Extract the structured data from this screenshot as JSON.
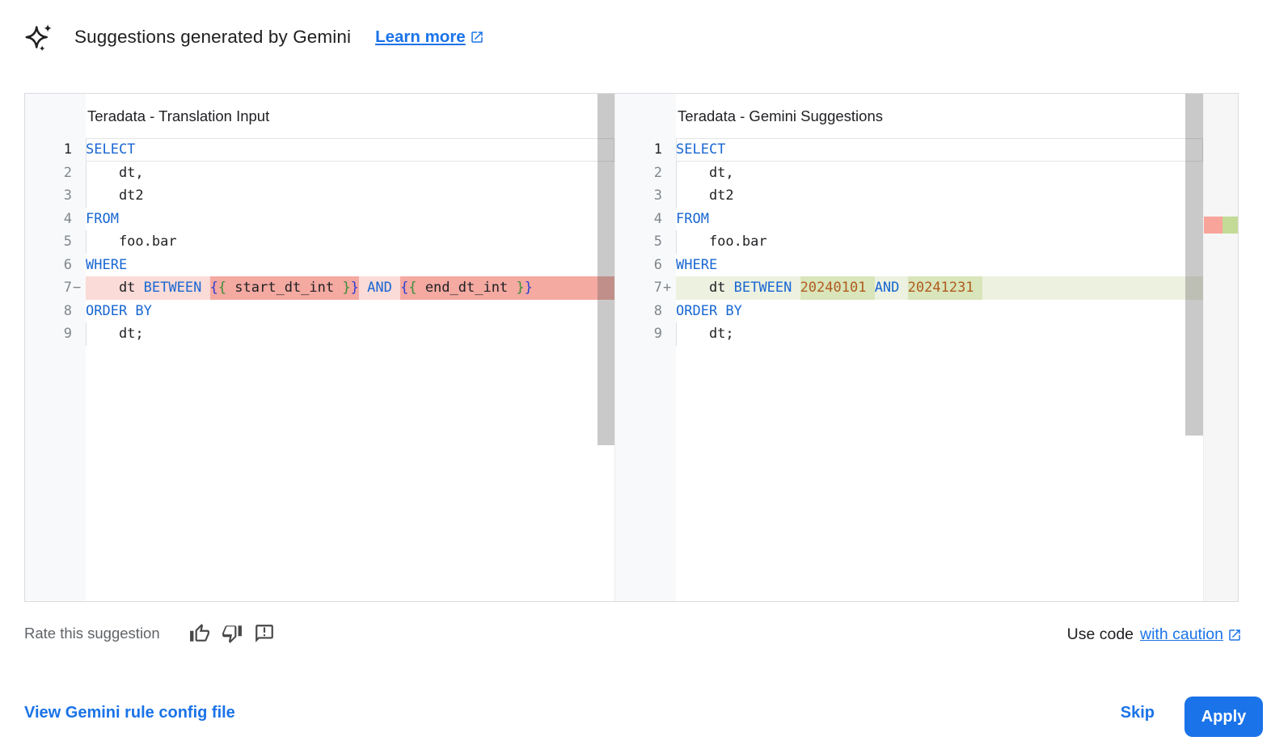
{
  "header": {
    "title": "Suggestions generated by Gemini",
    "learn_more": "Learn more"
  },
  "colors": {
    "accent": "#1a73e8",
    "keyword": "#1967d2",
    "number": "#b05b1f",
    "braceOuter": "#2b3ed2",
    "braceInner": "#3a8e3a",
    "removedRow": "#fadbd7",
    "removedStrong": "#f4a9a1",
    "addedRow": "#edf1e0",
    "addedStrong": "#d9e5ba"
  },
  "panels": [
    {
      "title": "Teradata - Translation Input",
      "lines": [
        {
          "num": "1",
          "marker": "",
          "cls": "current",
          "tokens": [
            {
              "t": "SELECT",
              "c": "kw"
            }
          ]
        },
        {
          "num": "2",
          "marker": "",
          "indent": true,
          "tokens": [
            {
              "t": "    dt,",
              "c": "pl"
            }
          ]
        },
        {
          "num": "3",
          "marker": "",
          "indent": true,
          "tokens": [
            {
              "t": "    dt2",
              "c": "pl"
            }
          ]
        },
        {
          "num": "4",
          "marker": "",
          "tokens": [
            {
              "t": "FROM",
              "c": "kw"
            }
          ]
        },
        {
          "num": "5",
          "marker": "",
          "indent": true,
          "tokens": [
            {
              "t": "    foo.bar",
              "c": "pl"
            }
          ]
        },
        {
          "num": "6",
          "marker": "",
          "tokens": [
            {
              "t": "WHERE",
              "c": "kw"
            }
          ]
        },
        {
          "num": "7",
          "marker": "−",
          "cls": "removed",
          "trail": true,
          "tokens": [
            {
              "t": "    dt ",
              "c": "pl"
            },
            {
              "t": "BETWEEN",
              "c": "kw"
            },
            {
              "t": " ",
              "c": "pl"
            },
            {
              "t": "{",
              "c": "b1",
              "bg": 1
            },
            {
              "t": "{",
              "c": "b2",
              "bg": 1
            },
            {
              "t": " start_dt_int ",
              "c": "pl",
              "bg": 1
            },
            {
              "t": "}",
              "c": "b2",
              "bg": 1
            },
            {
              "t": "}",
              "c": "b1",
              "bg": 1
            },
            {
              "t": " ",
              "c": "pl"
            },
            {
              "t": "AND",
              "c": "kw"
            },
            {
              "t": " ",
              "c": "pl"
            },
            {
              "t": "{",
              "c": "b1",
              "bg": 1
            },
            {
              "t": "{",
              "c": "b2",
              "bg": 1
            },
            {
              "t": " end_dt_int ",
              "c": "pl",
              "bg": 1
            },
            {
              "t": "}",
              "c": "b2",
              "bg": 1
            },
            {
              "t": "}",
              "c": "b1",
              "bg": 1
            }
          ]
        },
        {
          "num": "8",
          "marker": "",
          "tokens": [
            {
              "t": "ORDER BY",
              "c": "kw"
            }
          ]
        },
        {
          "num": "9",
          "marker": "",
          "indent": true,
          "tokens": [
            {
              "t": "    dt;",
              "c": "pl"
            }
          ]
        }
      ]
    },
    {
      "title": "Teradata - Gemini Suggestions",
      "lines": [
        {
          "num": "1",
          "marker": "",
          "cls": "current",
          "tokens": [
            {
              "t": "SELECT",
              "c": "kw"
            }
          ]
        },
        {
          "num": "2",
          "marker": "",
          "indent": true,
          "tokens": [
            {
              "t": "    dt,",
              "c": "pl"
            }
          ]
        },
        {
          "num": "3",
          "marker": "",
          "indent": true,
          "tokens": [
            {
              "t": "    dt2",
              "c": "pl"
            }
          ]
        },
        {
          "num": "4",
          "marker": "",
          "tokens": [
            {
              "t": "FROM",
              "c": "kw"
            }
          ]
        },
        {
          "num": "5",
          "marker": "",
          "indent": true,
          "tokens": [
            {
              "t": "    foo.bar",
              "c": "pl"
            }
          ]
        },
        {
          "num": "6",
          "marker": "",
          "tokens": [
            {
              "t": "WHERE",
              "c": "kw"
            }
          ]
        },
        {
          "num": "7",
          "marker": "+",
          "cls": "added",
          "tokens": [
            {
              "t": "    dt ",
              "c": "pl"
            },
            {
              "t": "BETWEEN",
              "c": "kw"
            },
            {
              "t": " ",
              "c": "pl"
            },
            {
              "t": "20240101 ",
              "c": "num",
              "bg": 1
            },
            {
              "t": "AND",
              "c": "kw"
            },
            {
              "t": " ",
              "c": "pl"
            },
            {
              "t": "20241231 ",
              "c": "num",
              "bg": 1
            }
          ]
        },
        {
          "num": "8",
          "marker": "",
          "tokens": [
            {
              "t": "ORDER BY",
              "c": "kw"
            }
          ]
        },
        {
          "num": "9",
          "marker": "",
          "indent": true,
          "tokens": [
            {
              "t": "    dt;",
              "c": "pl"
            }
          ]
        }
      ]
    }
  ],
  "footer": {
    "rate_label": "Rate this suggestion",
    "use_code_prefix": "Use code",
    "use_code_link": "with caution"
  },
  "actions": {
    "view_config": "View Gemini rule config file",
    "skip": "Skip",
    "apply": "Apply"
  }
}
